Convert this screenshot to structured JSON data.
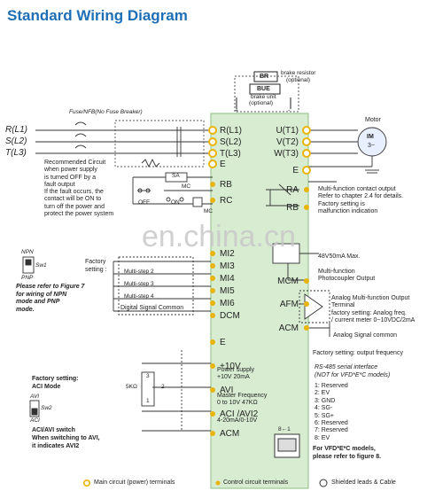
{
  "title": "Standard Wiring Diagram",
  "colors": {
    "title": "#1e6fb5",
    "panel": "#d8ecd2",
    "panel_border": "#8bbf80",
    "terminal": "#e8b40a",
    "watermark": "#c8c8c8"
  },
  "top": {
    "br_label": "BR",
    "bue_label": "BUE",
    "brake_resistor": "brake resistor",
    "optional_1": "(optional)",
    "brake_unit": "brake unit",
    "optional_2": "(optional)",
    "plus": "+",
    "minus": "-"
  },
  "breaker": {
    "label": "Fuse/NFB(No Fuse Breaker)",
    "r": "R(L1)",
    "s": "S(L2)",
    "t": "T(L3)"
  },
  "recommended": [
    "Recommended Circuit",
    "when power supply",
    "is turned OFF by a",
    "fault output",
    "If the fault occurs, the",
    "contact will be ON to",
    "turn off the power and",
    "protect the power system"
  ],
  "relay": {
    "sa": "SA",
    "mc1": "MC",
    "mc2": "MC",
    "off": "OFF",
    "on": "ON"
  },
  "left_terms": [
    {
      "key": "r",
      "label": "R(L1)"
    },
    {
      "key": "s",
      "label": "S(L2)"
    },
    {
      "key": "t",
      "label": "T(L3)"
    },
    {
      "key": "e1",
      "label": "E"
    },
    {
      "key": "rb",
      "label": "RB"
    },
    {
      "key": "rc",
      "label": "RC"
    },
    {
      "key": "mi2",
      "label": "MI2"
    },
    {
      "key": "mi3",
      "label": "MI3"
    },
    {
      "key": "mi4",
      "label": "MI4"
    },
    {
      "key": "mi5",
      "label": "MI5"
    },
    {
      "key": "mi6",
      "label": "MI6"
    },
    {
      "key": "dcm",
      "label": "DCM"
    },
    {
      "key": "e2",
      "label": "E"
    },
    {
      "key": "v10",
      "label": "+10V"
    },
    {
      "key": "avi",
      "label": "AVI"
    },
    {
      "key": "aci",
      "label": "ACI /AVI2"
    },
    {
      "key": "acm",
      "label": "ACM"
    }
  ],
  "right_terms": [
    {
      "key": "u",
      "label": "U(T1)"
    },
    {
      "key": "v",
      "label": "V(T2)"
    },
    {
      "key": "w",
      "label": "W(T3)"
    },
    {
      "key": "e",
      "label": "E"
    },
    {
      "key": "ra",
      "label": "RA"
    },
    {
      "key": "rb",
      "label": "RB"
    },
    {
      "key": "mcm",
      "label": "MCM"
    },
    {
      "key": "afm",
      "label": "AFM"
    },
    {
      "key": "acm",
      "label": "ACM"
    }
  ],
  "motor": {
    "label": "Motor",
    "im": "IM",
    "phase": "3~"
  },
  "npn_pnp": {
    "npn_top": "NPN",
    "sw1": "Sw1",
    "pnp": "PNP",
    "note": [
      "Please refer to Figure 7",
      "for wiring of NPN",
      "mode and PNP",
      "mode."
    ]
  },
  "factory_setting": [
    "Factory",
    "setting :"
  ],
  "multistep": [
    "Multi-step 2",
    "Multi-step 3",
    "Multi-step 4"
  ],
  "dsc": "Digital Signal Common",
  "aci_mode": {
    "line1": "Factory setting:",
    "line2": "ACI Mode",
    "avi": "AVI",
    "sw2": "Sw2",
    "aci": "ACI",
    "s1": "ACI/AVI switch",
    "s2": "When switching to AVI,",
    "s3": "it indicates AVI2"
  },
  "v10_desc": [
    "Power supply",
    "+10V 20mA"
  ],
  "avi_desc": [
    "Master Frequency",
    "0 to 10V 47KΩ"
  ],
  "aci_desc": "4-20mA/0-10V",
  "pot": {
    "label": "5KΩ",
    "n3": "3",
    "n2": "2",
    "n1": "1"
  },
  "mf_contact": [
    "Multi-function contact output",
    "Refer to chapter 2.4 for details.",
    "Factory setting is",
    "malfunction indication"
  ],
  "photocoupler": [
    "Multi-function",
    "Photocoupler Output"
  ],
  "analog_out": [
    "Analog Multi-function Output",
    "Terminal",
    "factory setting: Analog freq.",
    "/ current meter 0~10VDC/2mA"
  ],
  "analog_common": "Analog Signal common",
  "rs485": {
    "title": "RS-485 serial interface",
    "note": "(NOT for VFD*E*C models)",
    "items": [
      "1: Reserved",
      "2: EV",
      "3: GND",
      "4: SG-",
      "5: SG+",
      "6: Reserved",
      "7: Reserved",
      "8: EV"
    ],
    "footer1": "For VFD*E*C models,",
    "footer2": "please refer to figure 8.",
    "port": "8←1"
  },
  "misc": {
    "freq_out": "Factory setting: output frequency",
    "voltage_note": "48V50mA Max."
  },
  "watermark": "en.china.cn",
  "legend": [
    "Main circuit (power) terminals",
    "Control circuit terminals",
    "Shielded leads & Cable"
  ]
}
